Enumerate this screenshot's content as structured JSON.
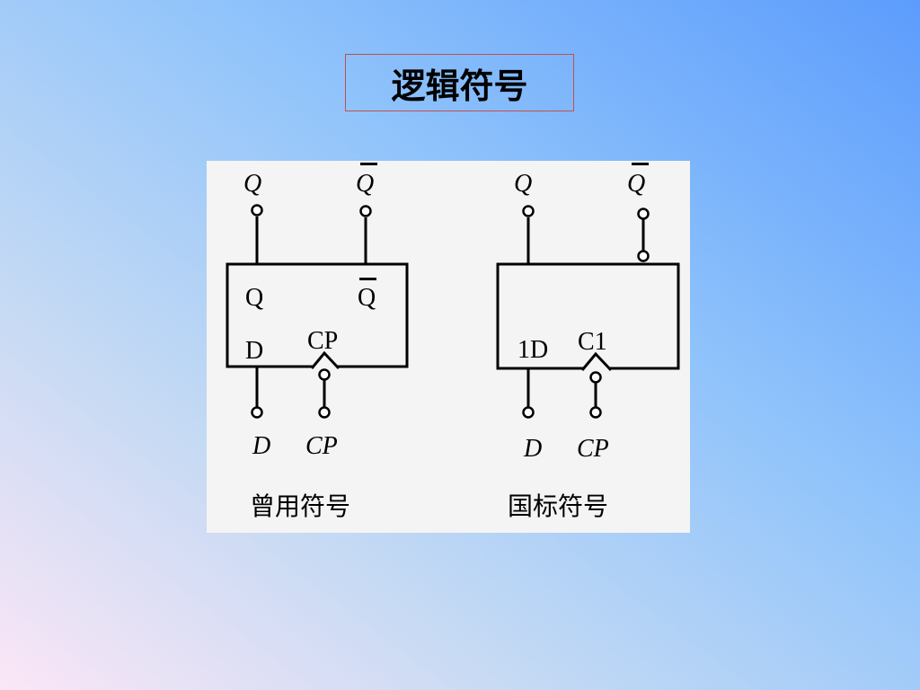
{
  "slide": {
    "title": "逻辑符号"
  },
  "common_symbol": {
    "caption": "曾用符号",
    "top_terminals": [
      "Q",
      "Q"
    ],
    "inner_labels": {
      "q": "Q",
      "qbar": "Q",
      "d": "D",
      "clock": "CP"
    },
    "bottom_terminals": [
      "D",
      "CP"
    ]
  },
  "national_symbol": {
    "caption": "国标符号",
    "top_terminals": [
      "Q",
      "Q"
    ],
    "inner_labels": {
      "d": "1D",
      "clock": "C1"
    },
    "bottom_terminals": [
      "D",
      "CP"
    ]
  }
}
